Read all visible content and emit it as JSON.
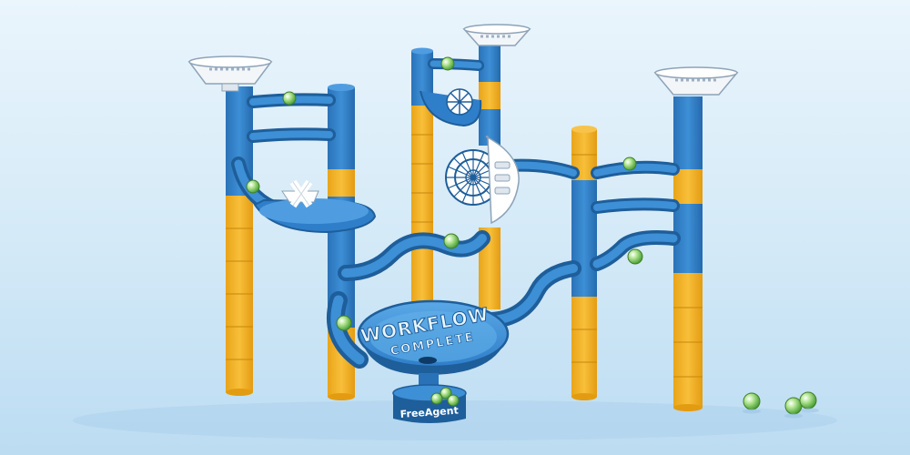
{
  "scene": {
    "bowl_title": "WORKFLOW",
    "bowl_subtitle": "COMPLETE",
    "base_brand": "FreeAgent"
  },
  "colors": {
    "blue": "#2f7ec9",
    "blue_dark": "#1e5e9a",
    "yellow": "#f5b327",
    "marble": "#6cc04a",
    "background": "#dcecf8"
  }
}
